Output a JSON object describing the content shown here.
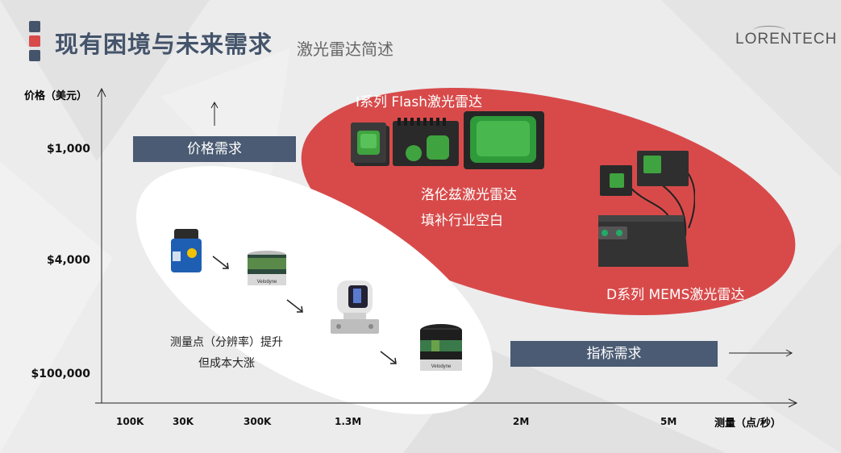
{
  "header": {
    "title": "现有困境与未来需求",
    "subtitle": "激光雷达简述",
    "logo": "LORENTECH",
    "bullet_colors": [
      "#44546a",
      "#d84a4a",
      "#44546a"
    ]
  },
  "axes": {
    "y_label": "价格（美元）",
    "y_ticks": [
      "$1,000",
      "$4,000",
      "$100,000"
    ],
    "x_ticks": [
      "100K",
      "30K",
      "300K",
      "1.3M",
      "2M",
      "5M"
    ],
    "x_label": "测量（点/秒）"
  },
  "boxes": {
    "price_demand": "价格需求",
    "spec_demand": "指标需求"
  },
  "red_zone": {
    "flash_label": "I系列 Flash激光雷达",
    "fill_line1": "洛伦兹激光雷达",
    "fill_line2": "填补行业空白",
    "mems_label": "D系列 MEMS激光雷达",
    "color": "#d84a4a"
  },
  "white_zone": {
    "line1": "测量点（分辨率）提升",
    "line2": "但成本大涨"
  },
  "devices": {
    "brand_text": "Velodyne"
  }
}
